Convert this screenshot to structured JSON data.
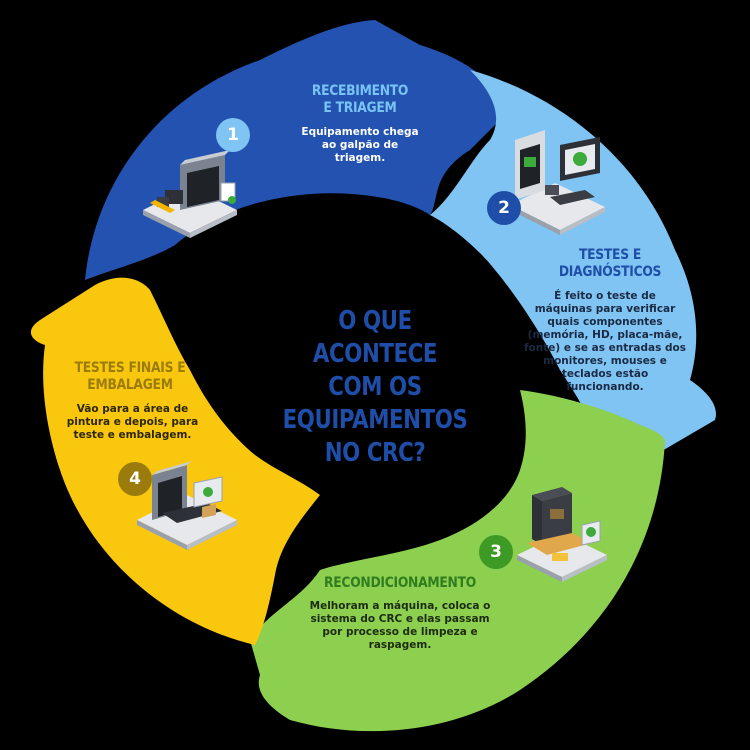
{
  "center_title_lines": [
    "O QUE ACONTECE",
    "COM OS",
    "EQUIPAMENTOS",
    "NO CRC?"
  ],
  "steps": [
    {
      "number": "1",
      "title_lines": [
        "RECEBIMENTO",
        "E TRIAGEM"
      ],
      "desc_lines": [
        "Equipamento chega",
        "ao galpão de triagem."
      ],
      "color": "#2352b0",
      "title_color": "#79c3f5",
      "badge_color": "#7fc4f2",
      "illustration": "warehouse-icon"
    },
    {
      "number": "2",
      "title_lines": [
        "TESTES E",
        "DIAGNÓSTICOS"
      ],
      "desc_lines": [
        "É feito o teste de",
        "máquinas para verificar",
        "quais componentes",
        "(memória, HD, placa-mãe,",
        "fonte) e se as entradas dos",
        "monitores, mouses e",
        "teclados estão",
        "funcionando."
      ],
      "color": "#7fc4f2",
      "title_color": "#1f4ea8",
      "badge_color": "#1f4ea8",
      "illustration": "computer-test-icon"
    },
    {
      "number": "3",
      "title_lines": [
        "RECONDICIONAMENTO"
      ],
      "desc_lines": [
        "Melhoram a máquina, coloca o",
        "sistema do CRC e elas passam",
        "por processo de limpeza e",
        "raspagem."
      ],
      "color": "#8dcf4f",
      "title_color": "#2f7d1e",
      "badge_color": "#3c9a25",
      "illustration": "repair-bench-icon"
    },
    {
      "number": "4",
      "title_lines": [
        "TESTES FINAIS E",
        "EMBALAGEM"
      ],
      "desc_lines": [
        "Vão para a área de",
        "pintura e depois, para",
        "teste e embalagem."
      ],
      "color": "#f9c80e",
      "title_color": "#9a7b0c",
      "badge_color": "#9a7b0c",
      "illustration": "packaging-icon"
    }
  ],
  "center_title_color": "#1f4ea8"
}
